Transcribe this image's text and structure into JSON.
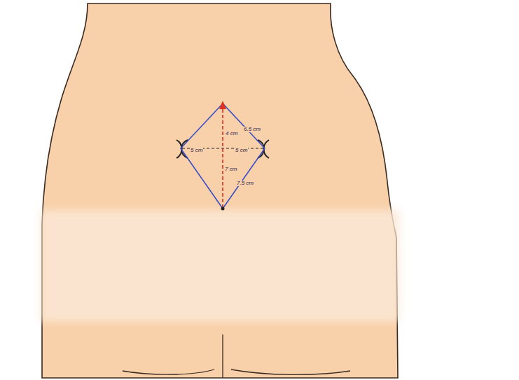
{
  "diagram": {
    "labels": [
      "4 cm",
      "6.5 cm",
      "5 cm",
      "5 cm",
      "7 cm",
      "7.5 cm"
    ]
  }
}
